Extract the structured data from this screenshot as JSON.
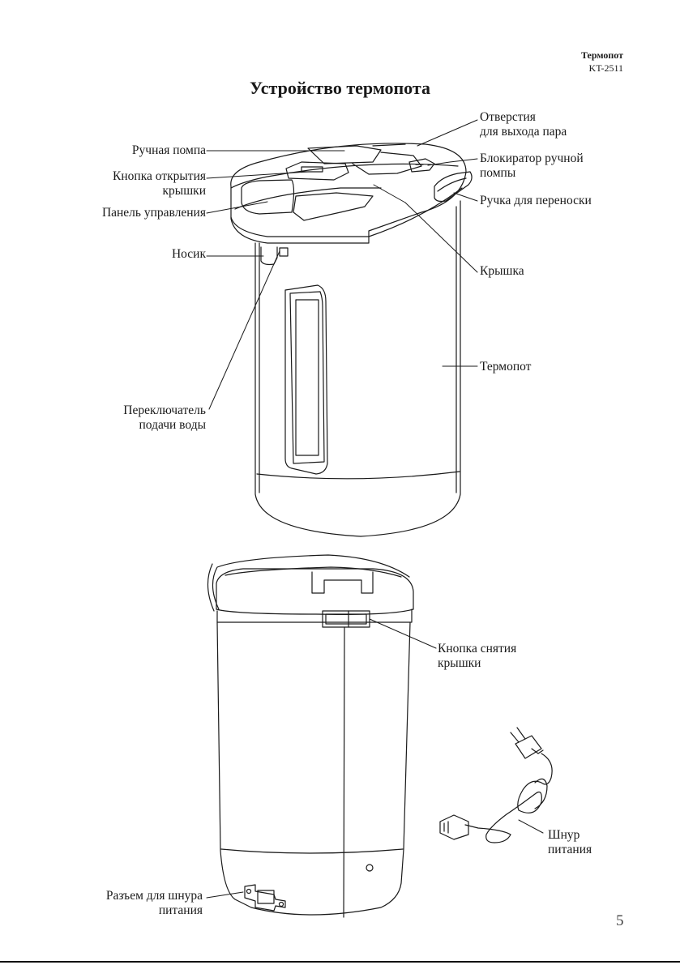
{
  "header": {
    "product": "Термопот",
    "model": "KT-2511"
  },
  "title": "Устройство термопота",
  "labels": {
    "steam_vents": [
      "Отверстия",
      "для выхода пара"
    ],
    "manual_pump": "Ручная помпа",
    "pump_lock": [
      "Блокиратор ручной",
      "помпы"
    ],
    "lid_open_button": [
      "Кнопка открытия",
      "крышки"
    ],
    "carry_handle": "Ручка для переноски",
    "control_panel": "Панель управления",
    "spout": "Носик",
    "lid": "Крышка",
    "thermopot": "Термопот",
    "water_switch": [
      "Переключатель",
      "подачи воды"
    ],
    "lid_release_button": [
      "Кнопка снятия",
      "крышки"
    ],
    "power_cord": [
      "Шнур",
      "питания"
    ],
    "power_socket": [
      "Разъем для шнура",
      "питания"
    ]
  },
  "page_number": "5",
  "colors": {
    "line": "#1a1a1a",
    "background": "#ffffff"
  }
}
